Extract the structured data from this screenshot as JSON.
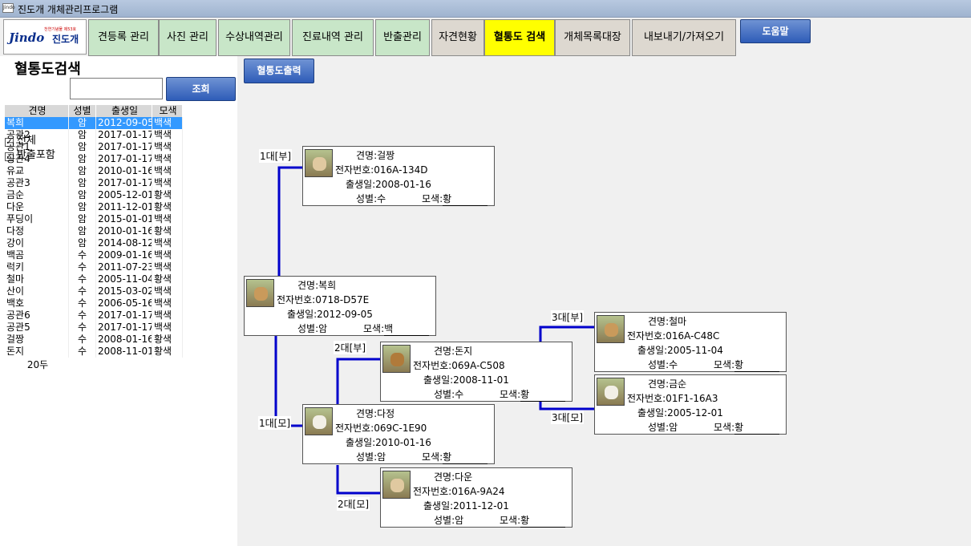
{
  "window": {
    "title": "진도개 개체관리프로그램",
    "app_icon": "Jindo-icon"
  },
  "logo": {
    "brand": "Jindo",
    "small_text": "천연기념물 제53호",
    "name": "진도개"
  },
  "tabs": [
    {
      "label": "견등록 관리"
    },
    {
      "label": "사진 관리"
    },
    {
      "label": "수상내역관리"
    },
    {
      "label": "진료내역 관리"
    },
    {
      "label": "반출관리"
    },
    {
      "label": "자견현황"
    },
    {
      "label": "혈통도 검색"
    },
    {
      "label": "개체목록대장"
    },
    {
      "label": "내보내기/가져오기"
    }
  ],
  "help_label": "도움말",
  "left": {
    "title": "혈통도검색",
    "check_all": "전체",
    "check_export": "반출포함",
    "search_value": "",
    "search_button": "조회",
    "columns": [
      "견명",
      "성별",
      "출생일",
      "모색"
    ],
    "rows": [
      [
        "복희",
        "암",
        "2012-09-05",
        "백색"
      ],
      [
        "공관2",
        "암",
        "2017-01-17",
        "백색"
      ],
      [
        "공관1",
        "암",
        "2017-01-17",
        "백색"
      ],
      [
        "공관4",
        "암",
        "2017-01-17",
        "백색"
      ],
      [
        "유교",
        "암",
        "2010-01-16",
        "백색"
      ],
      [
        "공관3",
        "암",
        "2017-01-17",
        "백색"
      ],
      [
        "금순",
        "암",
        "2005-12-01",
        "황색"
      ],
      [
        "다운",
        "암",
        "2011-12-01",
        "황색"
      ],
      [
        "푸딩이",
        "암",
        "2015-01-01",
        "백색"
      ],
      [
        "다정",
        "암",
        "2010-01-16",
        "황색"
      ],
      [
        "강이",
        "암",
        "2014-08-12",
        "백색"
      ],
      [
        "백곰",
        "수",
        "2009-01-16",
        "백색"
      ],
      [
        "럭키",
        "수",
        "2011-07-23",
        "백색"
      ],
      [
        "철마",
        "수",
        "2005-11-04",
        "황색"
      ],
      [
        "산이",
        "수",
        "2015-03-02",
        "백색"
      ],
      [
        "백호",
        "수",
        "2006-05-16",
        "백색"
      ],
      [
        "공관6",
        "수",
        "2017-01-17",
        "백색"
      ],
      [
        "공관5",
        "수",
        "2017-01-17",
        "백색"
      ],
      [
        "걸짱",
        "수",
        "2008-01-16",
        "황색"
      ],
      [
        "돈지",
        "수",
        "2008-11-01",
        "황색"
      ]
    ],
    "footer_count": "20두"
  },
  "print_button": "혈통도출력",
  "labels": {
    "name": "견명:",
    "chip": "전자번호:",
    "birth": "출생일:",
    "sex": "성별:",
    "color": "모색:"
  },
  "cards": {
    "self": {
      "name": "복희",
      "chip": "0718-D57E",
      "birth": "2012-09-05",
      "sex": "암",
      "color": "백"
    },
    "father": {
      "gen": "1대[부]",
      "name": "걸짱",
      "chip": "016A-134D",
      "birth": "2008-01-16",
      "sex": "수",
      "color": "황"
    },
    "mother": {
      "gen": "1대[모]",
      "name": "다정",
      "chip": "069C-1E90",
      "birth": "2010-01-16",
      "sex": "암",
      "color": "황"
    },
    "gf": {
      "gen": "2대[부]",
      "name": "돈지",
      "chip": "069A-C508",
      "birth": "2008-11-01",
      "sex": "수",
      "color": "황"
    },
    "gm": {
      "gen": "2대[모]",
      "name": "다운",
      "chip": "016A-9A24",
      "birth": "2011-12-01",
      "sex": "암",
      "color": "황"
    },
    "ggf": {
      "gen": "3대[부]",
      "name": "철마",
      "chip": "016A-C48C",
      "birth": "2005-11-04",
      "sex": "수",
      "color": "황"
    },
    "ggm": {
      "gen": "3대[모]",
      "name": "금순",
      "chip": "01F1-16A3",
      "birth": "2005-12-01",
      "sex": "암",
      "color": "황"
    }
  }
}
